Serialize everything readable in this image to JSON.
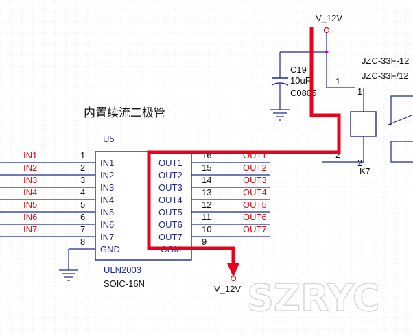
{
  "annotation_title": "内置续流二极管",
  "ic": {
    "refdes": "U5",
    "part": "ULN2003",
    "package": "SOIC-16N",
    "left_pins": [
      {
        "num": "1",
        "name": "IN1"
      },
      {
        "num": "2",
        "name": "IN2"
      },
      {
        "num": "3",
        "name": "IN3"
      },
      {
        "num": "4",
        "name": "IN4"
      },
      {
        "num": "5",
        "name": "IN5"
      },
      {
        "num": "6",
        "name": "IN6"
      },
      {
        "num": "7",
        "name": "IN7"
      },
      {
        "num": "8",
        "name": "GND"
      }
    ],
    "right_pins": [
      {
        "num": "16",
        "name": "OUT1"
      },
      {
        "num": "15",
        "name": "OUT2"
      },
      {
        "num": "14",
        "name": "OUT3"
      },
      {
        "num": "13",
        "name": "OUT4"
      },
      {
        "num": "12",
        "name": "OUT5"
      },
      {
        "num": "11",
        "name": "OUT6"
      },
      {
        "num": "10",
        "name": "OUT7"
      },
      {
        "num": "9",
        "name": "COM"
      }
    ]
  },
  "input_nets": [
    "IN1",
    "IN2",
    "IN3",
    "IN4",
    "IN5",
    "IN6",
    "IN7"
  ],
  "output_nets": [
    "OUT1",
    "OUT2",
    "OUT3",
    "OUT4",
    "OUT5",
    "OUT6",
    "OUT7"
  ],
  "power_top": "V_12V",
  "power_bottom": "V_12V",
  "capacitor": {
    "refdes": "C19",
    "value": "10uF",
    "package": "C0805"
  },
  "relay": {
    "refdes": "K7",
    "part_line1": "JZC-33F-12",
    "part_line2": "JZC-33F/12",
    "pin1": "1",
    "pin2": "2",
    "coil_pin1": "1",
    "coil_pin2": "2"
  },
  "watermark": "SZRYC",
  "colors": {
    "wire": "#1f2a8a",
    "net_label": "#d01010",
    "highlight_path": "#e8001c",
    "junction": "#cc00cc",
    "grid": "#c8c8c8"
  }
}
